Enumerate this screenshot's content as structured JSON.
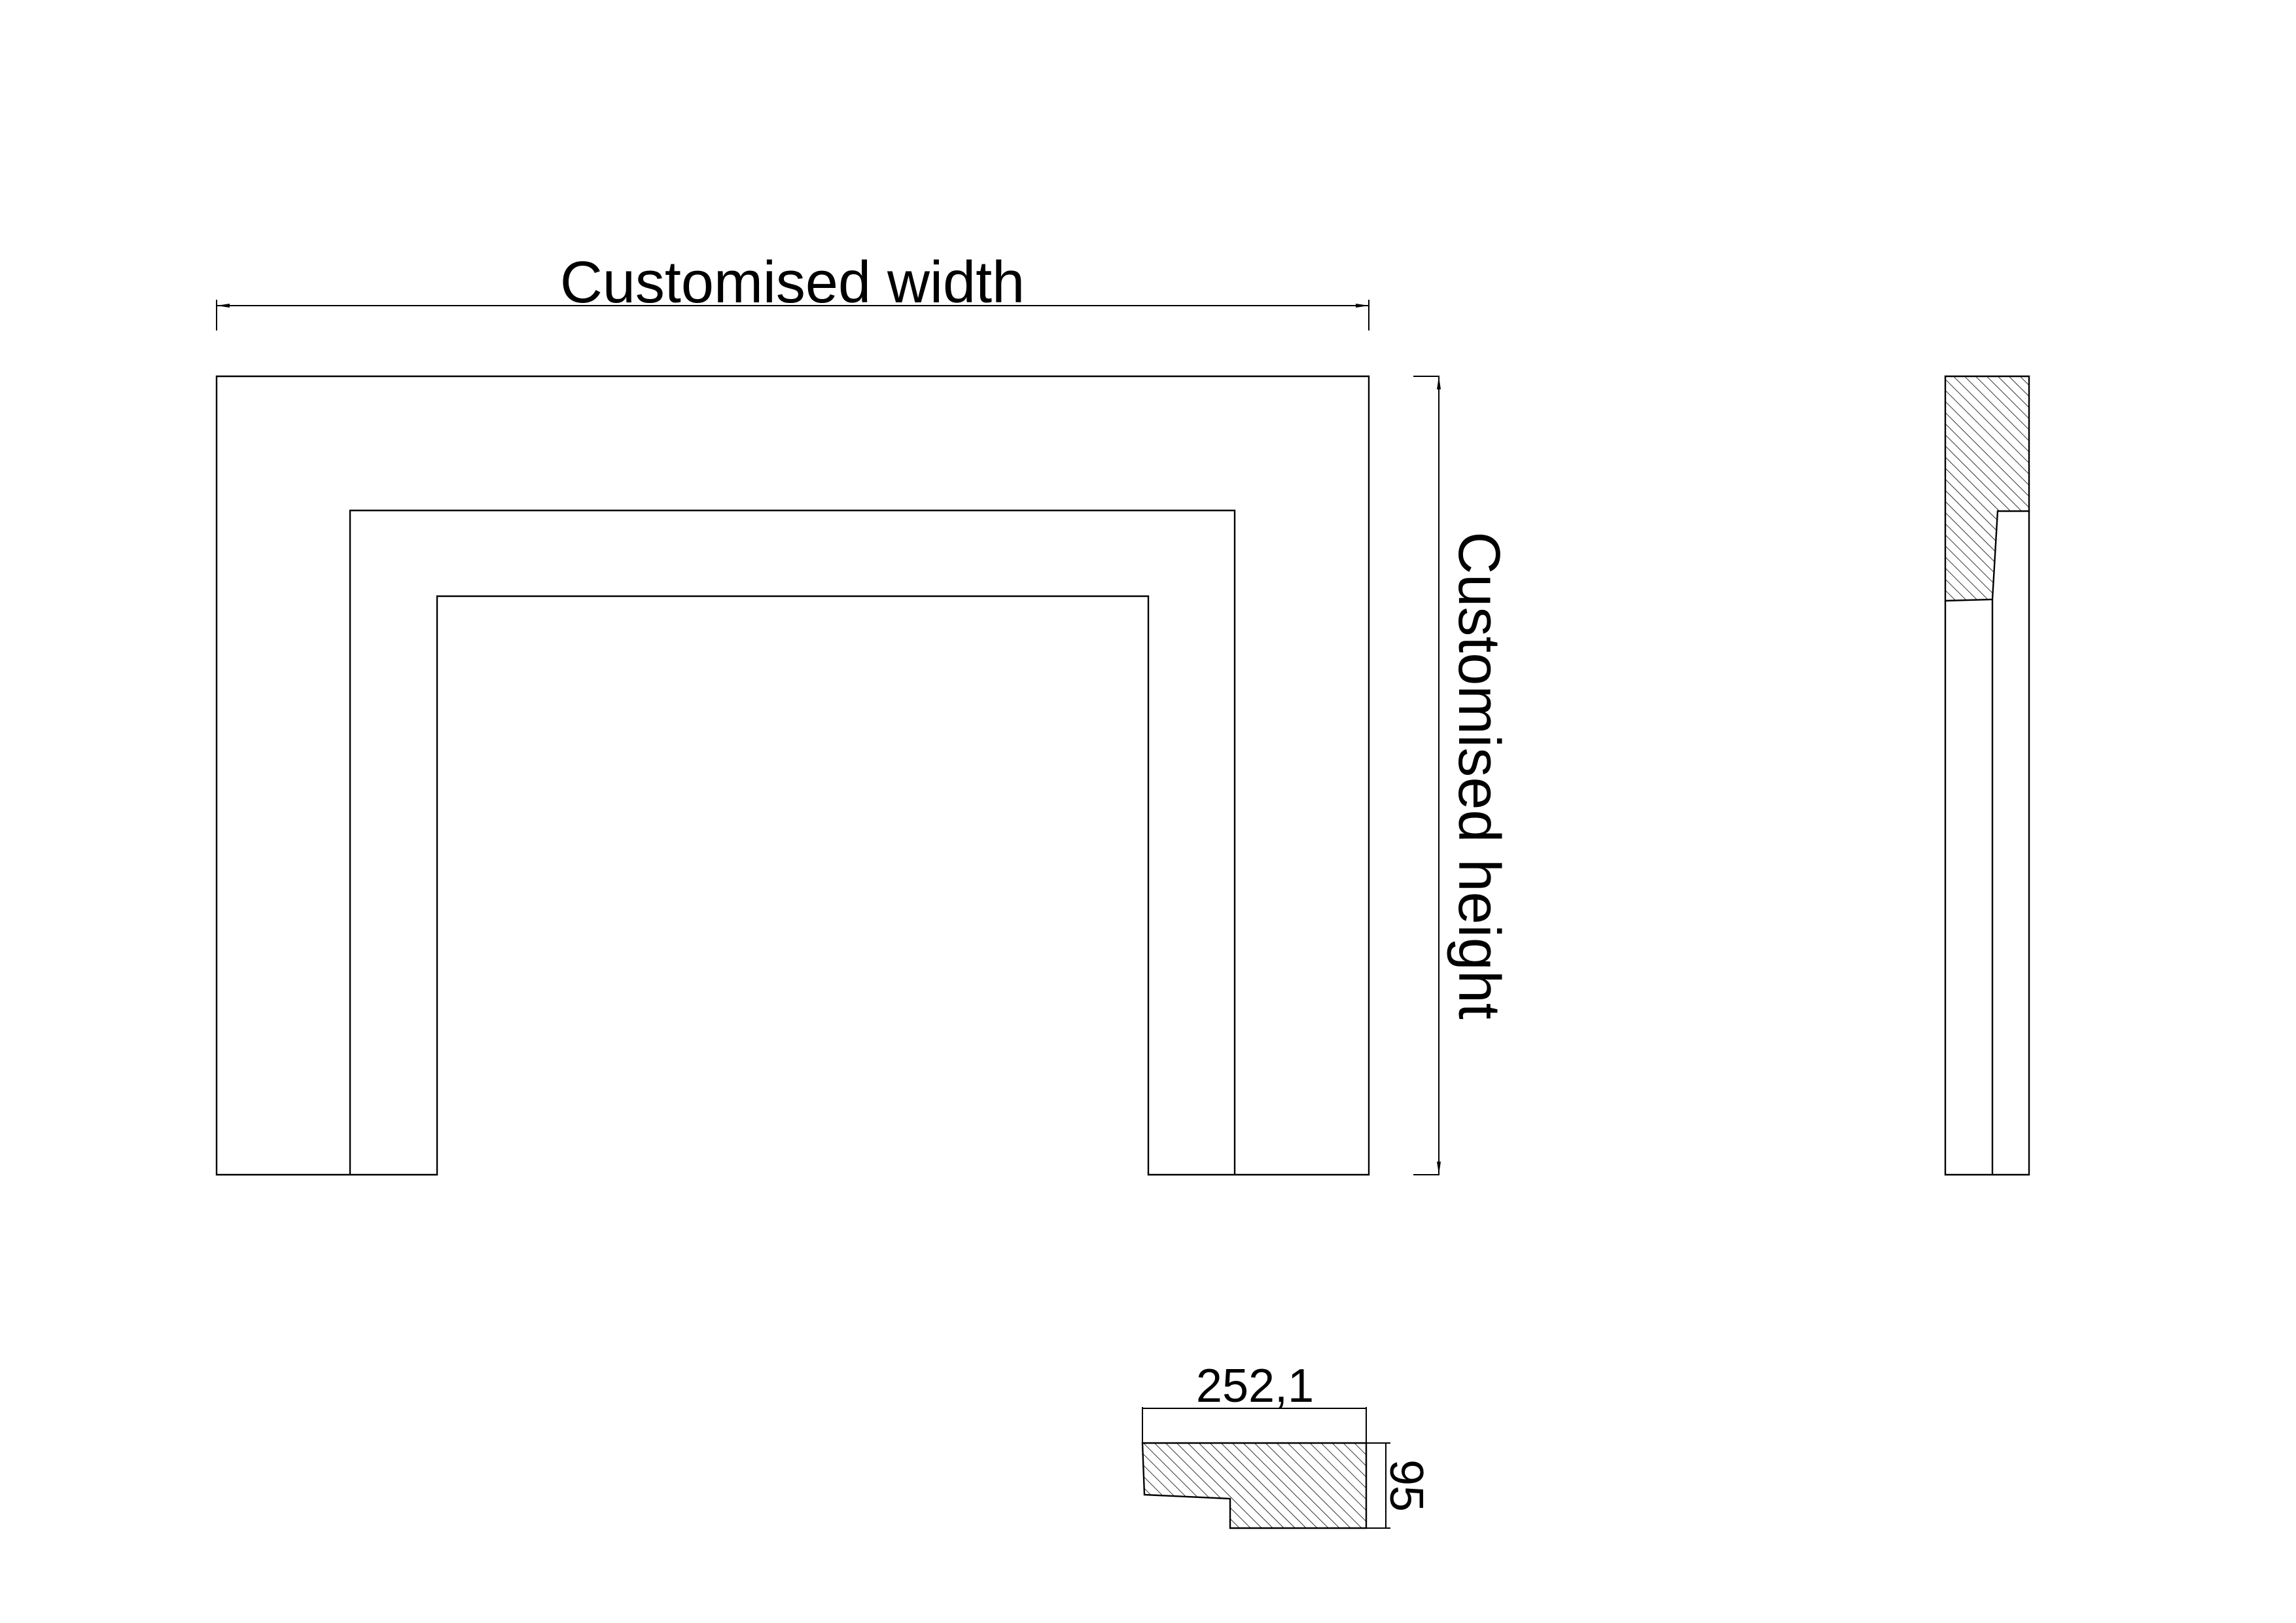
{
  "front_view": {
    "width_label": "Customised width",
    "height_label": "Customised height"
  },
  "plan_section": {
    "depth_label": "252,1",
    "thickness_label": "95"
  },
  "colors": {
    "line": "#000000",
    "background": "#ffffff"
  }
}
